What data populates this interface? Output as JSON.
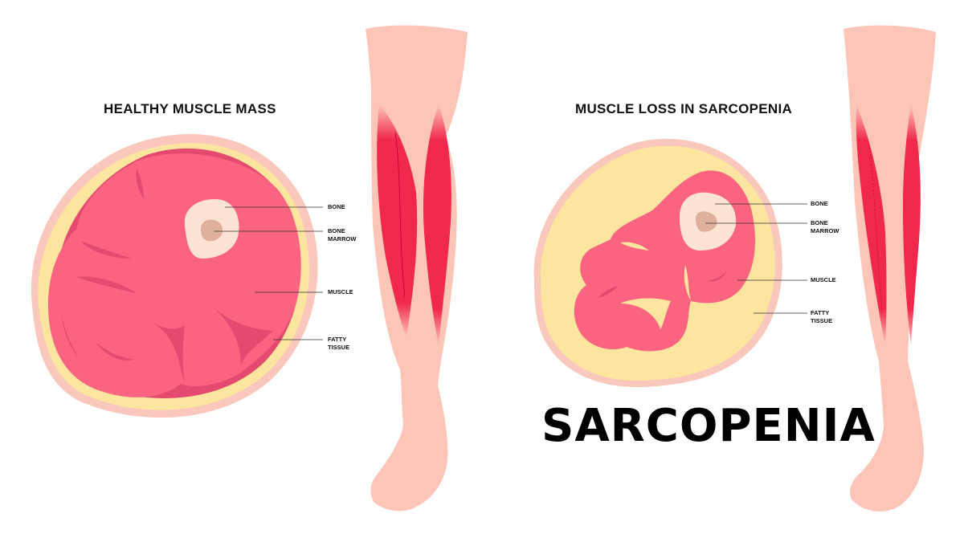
{
  "panels": {
    "healthy": {
      "title": "HEALTHY MUSCLE MASS",
      "labels": {
        "bone": "BONE",
        "bone_marrow": "BONE\nMARROW",
        "muscle": "MUSCLE",
        "fatty_tissue": "FATTY\nTISSUE"
      }
    },
    "sarcopenia": {
      "title": "MUSCLE LOSS IN SARCOPENIA",
      "labels": {
        "bone": "BONE",
        "bone_marrow": "BONE\nMARROW",
        "muscle": "MUSCLE",
        "fatty_tissue": "FATTY\nTISSUE"
      }
    }
  },
  "main_title": "SARCOPENIA",
  "colors": {
    "skin": "#fcc5b8",
    "skin_outline": "#f9c0b4",
    "fat": "#fbe59f",
    "muscle": "#fb6480",
    "muscle_dark": "#e44a70",
    "calf_muscle": "#f0284e",
    "bone": "#fde3d3",
    "marrow": "#dfb19c"
  }
}
